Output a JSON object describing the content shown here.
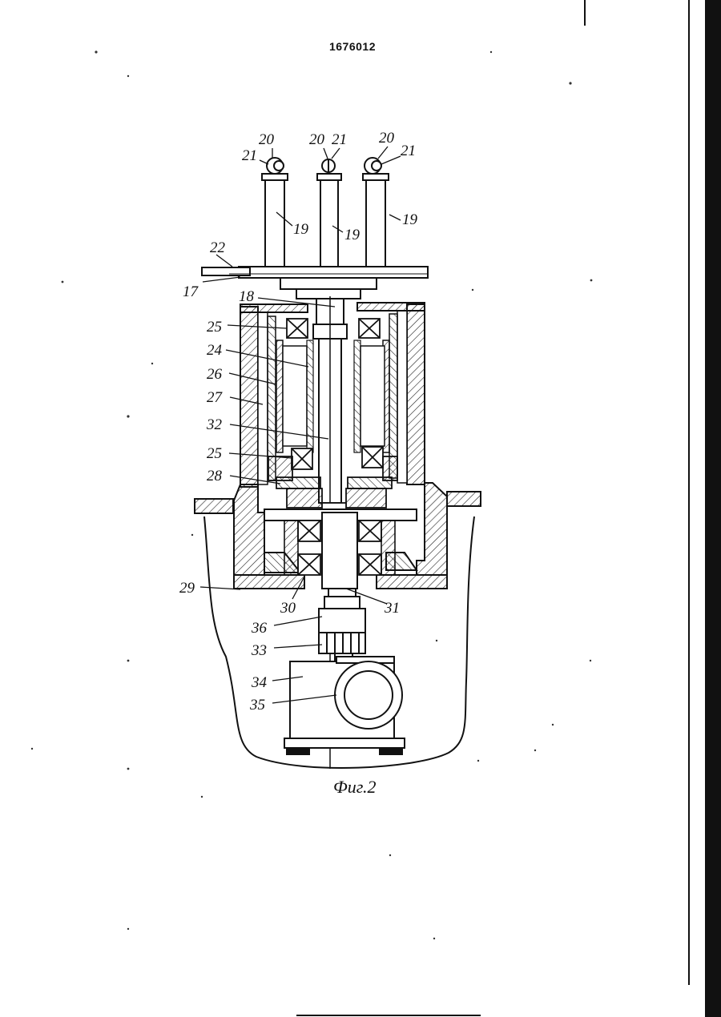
{
  "document_number": "1676012",
  "figure_caption": "Фиг.2",
  "labels": {
    "l17": "17",
    "l18": "18",
    "l19a": "19",
    "l19b": "19",
    "l19c": "19",
    "l20a": "20",
    "l20b": "20",
    "l20c": "20",
    "l21a": "21",
    "l21b": "21",
    "l21c": "21",
    "l22": "22",
    "l24": "24",
    "l25a": "25",
    "l25b": "25",
    "l26": "26",
    "l27": "27",
    "l28": "28",
    "l29": "29",
    "l30": "30",
    "l31": "31",
    "l32": "32",
    "l33": "33",
    "l34": "34",
    "l35": "35",
    "l36": "36"
  }
}
